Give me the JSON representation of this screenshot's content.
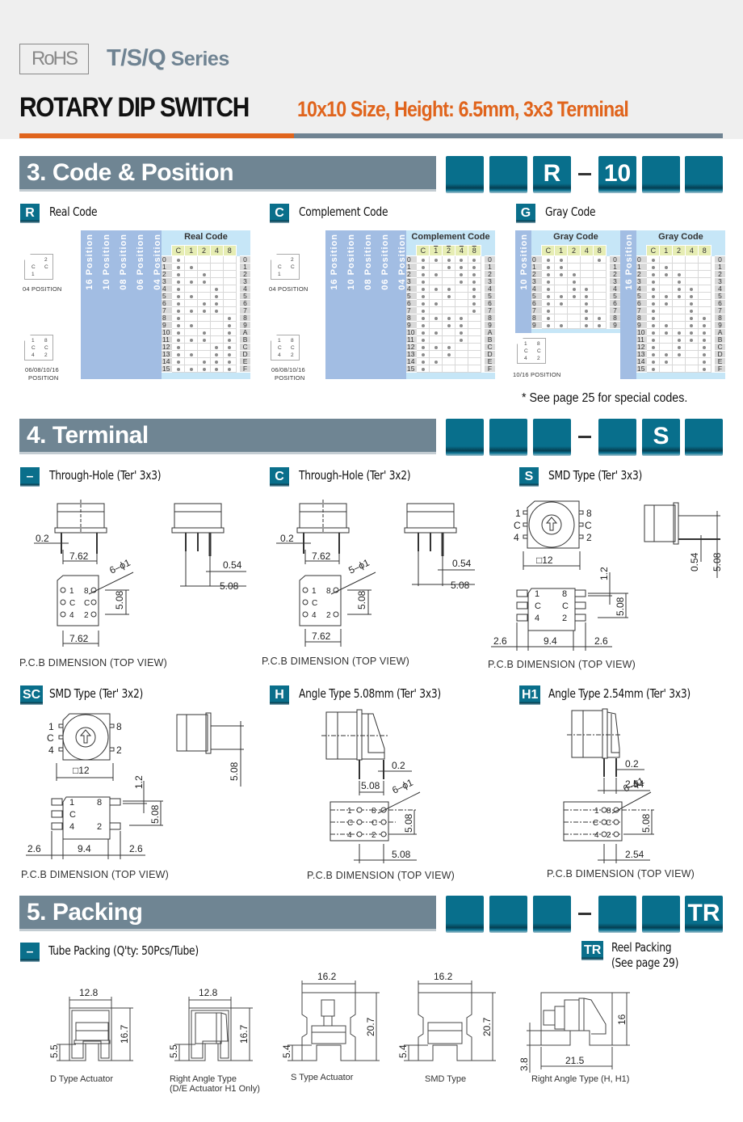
{
  "header": {
    "rohs_label": "RoHS",
    "series_prefix": "T/S/Q",
    "series_suffix": " Series",
    "title": "ROTARY DIP SWITCH",
    "subtitle": "10x10 Size, Height: 6.5mm, 3x3 Terminal",
    "colors": {
      "accent": "#e0641c",
      "slate": "#6f8392",
      "teal": "#086f8c"
    }
  },
  "sections": {
    "code_position": {
      "title": "3. Code & Position",
      "code_boxes": [
        "",
        "",
        "R",
        "–",
        "10",
        "",
        ""
      ],
      "options": [
        {
          "badge": "R",
          "label": "Real Code"
        },
        {
          "badge": "C",
          "label": "Complement Code"
        },
        {
          "badge": "G",
          "label": "Gray Code"
        }
      ],
      "chip_captions": {
        "p04": "04 POSITION",
        "p_multi_1": "06/08/10/16",
        "p_multi_2": "POSITION",
        "p_1016": "10/16 POSITION"
      },
      "chip_pins_04": [
        "2",
        "C",
        "C",
        "1"
      ],
      "chip_pins_multi": [
        "1",
        "8",
        "C",
        "C",
        "4",
        "2"
      ],
      "position_labels": [
        "16 Position",
        "10 Position",
        "08 Position",
        "06 Position",
        "04 Position"
      ],
      "bit_headers": [
        "C",
        "1",
        "2",
        "4",
        "8"
      ],
      "hex_labels": [
        "0",
        "1",
        "2",
        "3",
        "4",
        "5",
        "6",
        "7",
        "8",
        "9",
        "A",
        "B",
        "C",
        "D",
        "E",
        "F"
      ],
      "tables": {
        "real": {
          "title": "Real Code",
          "rows": [
            [
              1,
              0,
              0,
              0,
              0
            ],
            [
              1,
              1,
              0,
              0,
              0
            ],
            [
              1,
              0,
              1,
              0,
              0
            ],
            [
              1,
              1,
              1,
              0,
              0
            ],
            [
              1,
              0,
              0,
              1,
              0
            ],
            [
              1,
              1,
              0,
              1,
              0
            ],
            [
              1,
              0,
              1,
              1,
              0
            ],
            [
              1,
              1,
              1,
              1,
              0
            ],
            [
              1,
              0,
              0,
              0,
              1
            ],
            [
              1,
              1,
              0,
              0,
              1
            ],
            [
              1,
              0,
              1,
              0,
              1
            ],
            [
              1,
              1,
              1,
              0,
              1
            ],
            [
              1,
              0,
              0,
              1,
              1
            ],
            [
              1,
              1,
              0,
              1,
              1
            ],
            [
              1,
              0,
              1,
              1,
              1
            ],
            [
              1,
              1,
              1,
              1,
              1
            ]
          ]
        },
        "complement": {
          "title": "Complement Code",
          "rows": [
            [
              1,
              1,
              1,
              1,
              1
            ],
            [
              1,
              0,
              1,
              1,
              1
            ],
            [
              1,
              1,
              0,
              1,
              1
            ],
            [
              1,
              0,
              0,
              1,
              1
            ],
            [
              1,
              1,
              1,
              0,
              1
            ],
            [
              1,
              0,
              1,
              0,
              1
            ],
            [
              1,
              1,
              0,
              0,
              1
            ],
            [
              1,
              0,
              0,
              0,
              1
            ],
            [
              1,
              1,
              1,
              1,
              0
            ],
            [
              1,
              0,
              1,
              1,
              0
            ],
            [
              1,
              1,
              0,
              1,
              0
            ],
            [
              1,
              0,
              0,
              1,
              0
            ],
            [
              1,
              1,
              1,
              0,
              0
            ],
            [
              1,
              0,
              1,
              0,
              0
            ],
            [
              1,
              1,
              0,
              0,
              0
            ],
            [
              1,
              0,
              0,
              0,
              0
            ]
          ]
        },
        "gray10": {
          "title": "Gray Code",
          "position": "10 Position",
          "rows": [
            [
              1,
              1,
              0,
              0,
              1
            ],
            [
              1,
              1,
              0,
              0,
              0
            ],
            [
              1,
              1,
              1,
              0,
              0
            ],
            [
              1,
              0,
              1,
              0,
              0
            ],
            [
              1,
              0,
              1,
              1,
              0
            ],
            [
              1,
              1,
              1,
              1,
              0
            ],
            [
              1,
              1,
              0,
              1,
              0
            ],
            [
              1,
              0,
              0,
              1,
              0
            ],
            [
              1,
              0,
              0,
              1,
              1
            ],
            [
              1,
              1,
              0,
              1,
              1
            ]
          ]
        },
        "gray16": {
          "title": "Gray Code",
          "position": "16 Position",
          "rows": [
            [
              1,
              0,
              0,
              0,
              0
            ],
            [
              1,
              1,
              0,
              0,
              0
            ],
            [
              1,
              1,
              1,
              0,
              0
            ],
            [
              1,
              0,
              1,
              0,
              0
            ],
            [
              1,
              0,
              1,
              1,
              0
            ],
            [
              1,
              1,
              1,
              1,
              0
            ],
            [
              1,
              1,
              0,
              1,
              0
            ],
            [
              1,
              0,
              0,
              1,
              0
            ],
            [
              1,
              0,
              0,
              1,
              1
            ],
            [
              1,
              1,
              0,
              1,
              1
            ],
            [
              1,
              1,
              1,
              1,
              1
            ],
            [
              1,
              0,
              1,
              1,
              1
            ],
            [
              1,
              0,
              1,
              0,
              1
            ],
            [
              1,
              1,
              1,
              0,
              1
            ],
            [
              1,
              1,
              0,
              0,
              1
            ],
            [
              1,
              0,
              0,
              0,
              1
            ]
          ]
        }
      },
      "note": "* See page 25 for special codes."
    },
    "terminal": {
      "title": "4. Terminal",
      "code_boxes": [
        "",
        "",
        "",
        "–",
        "",
        "S",
        ""
      ],
      "pcb_caption": "P.C.B DIMENSION (TOP VIEW)",
      "options": [
        {
          "badge": "–",
          "label": "Through-Hole (Ter' 3x3)",
          "dims": [
            "0.2",
            "7.62",
            "6–ϕ1",
            "5.08",
            "7.62",
            "0.54",
            "5.08"
          ]
        },
        {
          "badge": "C",
          "label": "Through-Hole (Ter' 3x2)",
          "dims": [
            "0.2",
            "7.62",
            "5–ϕ1",
            "5.08",
            "7.62",
            "0.54",
            "5.08"
          ]
        },
        {
          "badge": "S",
          "label": "SMD Type (Ter' 3x3)",
          "dims": [
            "□12",
            "1.2",
            "5.08",
            "2.6",
            "9.4",
            "2.6",
            "0.54",
            "5.08"
          ]
        },
        {
          "badge": "SC",
          "label": "SMD Type (Ter' 3x2)",
          "dims": [
            "□12",
            "1.2",
            "5.08",
            "2.6",
            "9.4",
            "2.6",
            "5.08"
          ]
        },
        {
          "badge": "H",
          "label": "Angle Type 5.08mm (Ter' 3x3)",
          "dims": [
            "0.2",
            "5.08",
            "6–ϕ1",
            "5.08",
            "5.08"
          ]
        },
        {
          "badge": "H1",
          "label": "Angle Type 2.54mm (Ter' 3x3)",
          "dims": [
            "0.2",
            "2.54",
            "6–ϕ1",
            "5.08",
            "2.54"
          ]
        }
      ],
      "pin_labels": [
        "1",
        "8",
        "C",
        "C",
        "4",
        "2"
      ]
    },
    "packing": {
      "title": "5. Packing",
      "code_boxes": [
        "",
        "",
        "",
        "–",
        "",
        "",
        "TR"
      ],
      "tube": {
        "badge": "–",
        "label": "Tube Packing (Q'ty: 50Pcs/Tube)"
      },
      "reel": {
        "badge": "TR",
        "label_1": "Reel Packing",
        "label_2": "(See page 29)"
      },
      "drawings": [
        {
          "caption": "D Type Actuator",
          "caption_2": "",
          "width": "12.8",
          "height": "16.7",
          "base": "5.5"
        },
        {
          "caption": "Right Angle Type",
          "caption_2": "(D/E Actuator H1 Only)",
          "width": "12.8",
          "height": "16.7",
          "base": "5.5"
        },
        {
          "caption": "S Type Actuator",
          "caption_2": "",
          "width": "16.2",
          "height": "20.7",
          "base": "5.4"
        },
        {
          "caption": "SMD Type",
          "caption_2": "",
          "width": "16.2",
          "height": "20.7",
          "base": "5.4"
        },
        {
          "caption": "Right Angle Type (H, H1)",
          "caption_2": "",
          "width": "21.5",
          "height": "16",
          "base": "3.8"
        }
      ]
    }
  }
}
